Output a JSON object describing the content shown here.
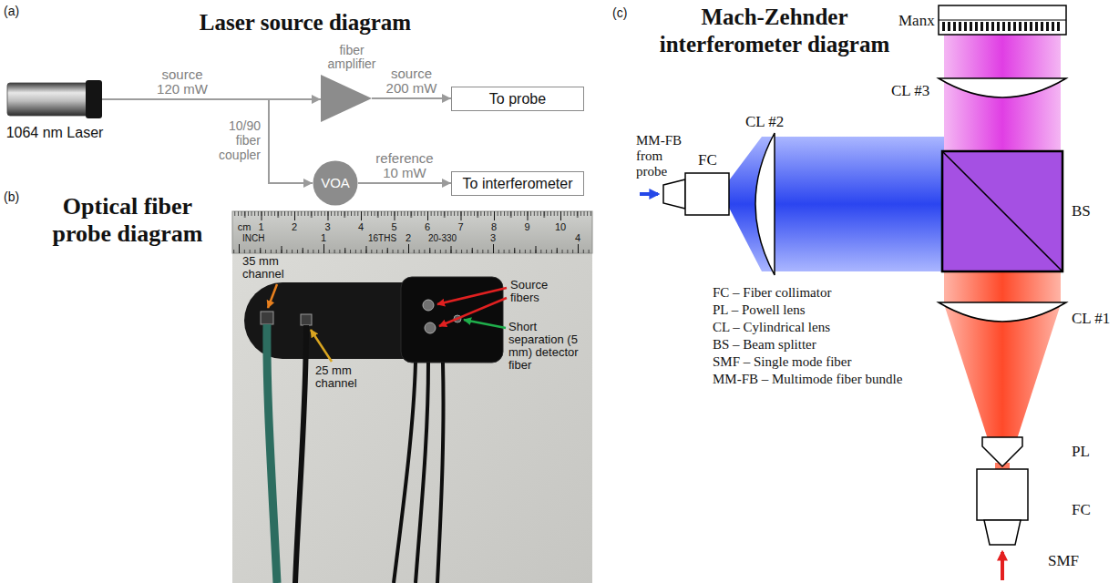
{
  "diagram": {
    "nodes": [
      {
        "text": [
          "1064 nm Laser"
        ]
      },
      {
        "text": [
          "fiber amplifier"
        ]
      },
      {
        "text": [
          "To probe"
        ]
      },
      {
        "text": [
          "VOA"
        ]
      },
      {
        "text": [
          "To interferometer"
        ]
      }
    ],
    "edges": [
      {
        "from": 0,
        "to": 1,
        "label": "source 120 mW",
        "arrow": "to"
      },
      {
        "from": 0,
        "to": 3,
        "arrow": "to"
      },
      {
        "from": 1,
        "to": 2,
        "label": "source 200 mW",
        "arrow": "to"
      },
      {
        "from": 3,
        "to": 4,
        "label": "reference 10 mW",
        "arrow": "to"
      }
    ],
    "labels": [
      "(a)",
      "Laser source diagram",
      "10/90 fiber coupler",
      "(b)",
      "Optical fiber probe diagram",
      "cm",
      "1",
      "2",
      "3",
      "4",
      "5",
      "6",
      "7",
      "8",
      "9",
      "10",
      "INCH",
      "1",
      "16THS",
      "2",
      "20-330",
      "3",
      "4",
      "35 mm channel",
      "25 mm channel",
      "Source fibers",
      "Short separation (5 mm) detector fiber",
      "(c)",
      "Mach-Zehnder interferometer diagram",
      "Manx",
      "CL #3",
      "MM-FB from probe",
      "FC",
      "CL #2",
      "BS",
      "CL #1",
      "PL",
      "FC",
      "SMF",
      "FC – Fiber collimator",
      "PL – Powell lens",
      "CL – Cylindrical lens",
      "BS – Beam splitter",
      "SMF – Single mode fiber",
      "MM-FB – Multimode fiber bundle"
    ]
  }
}
